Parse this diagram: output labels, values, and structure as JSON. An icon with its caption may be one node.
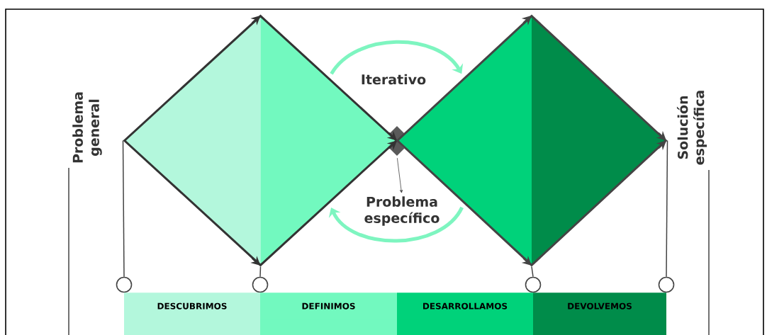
{
  "diagram": {
    "nodes": [
      {
        "text": [
          "Problema general"
        ]
      },
      {
        "text": [],
        "shape": "diamond"
      },
      {
        "text": [],
        "shape": "diamond"
      },
      {
        "text": [],
        "shape": "diamond"
      },
      {
        "text": [
          "Problema específico"
        ]
      },
      {
        "text": [
          "Solución específica"
        ]
      },
      {
        "text": [],
        "shape": "circle"
      },
      {
        "text": [],
        "shape": "circle"
      },
      {
        "text": [],
        "shape": "circle"
      },
      {
        "text": [],
        "shape": "circle"
      },
      {
        "text": [
          "DESCUBRIMOS"
        ]
      },
      {
        "text": [
          "DEFINIMOS"
        ]
      },
      {
        "text": [
          "DESARROLLAMOS"
        ]
      },
      {
        "text": [
          "DEVOLVEMOS"
        ]
      }
    ],
    "edges": [
      {
        "from": 1,
        "to": 3,
        "arrow": "to",
        "label": "Iterativo",
        "style": "thick",
        "color": "#7ef5c0"
      },
      {
        "from": 3,
        "to": 1,
        "arrow": "to",
        "style": "thick",
        "color": "#7ef5c0"
      },
      {
        "from": 2,
        "to": 4,
        "arrow": "to"
      },
      {
        "from": 1,
        "to": 6,
        "arrow": "none"
      },
      {
        "from": 1,
        "to": 7,
        "arrow": "none"
      },
      {
        "from": 3,
        "to": 8,
        "arrow": "none"
      },
      {
        "from": 3,
        "to": 9,
        "arrow": "none"
      }
    ]
  }
}
